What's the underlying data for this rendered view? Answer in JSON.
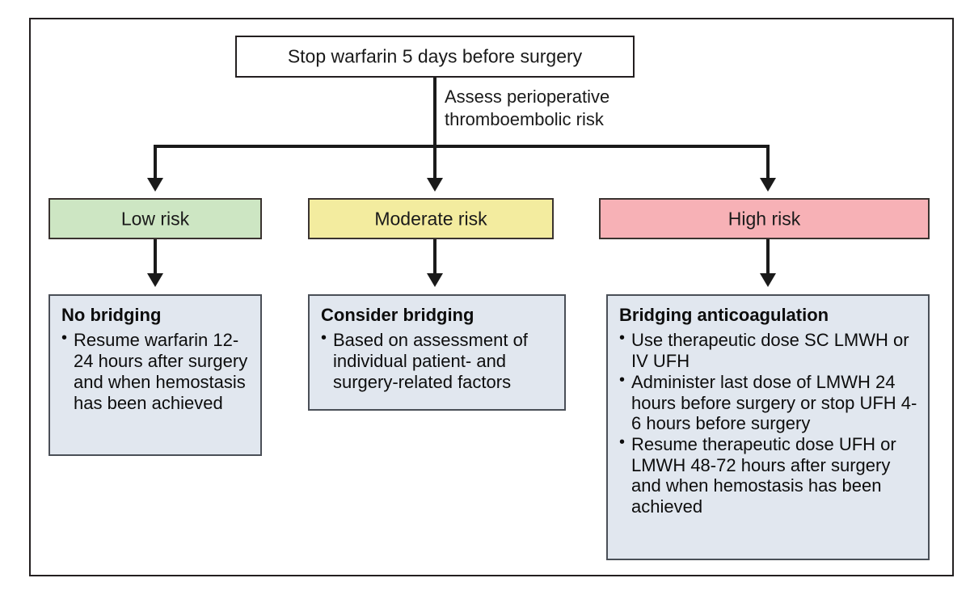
{
  "diagram": {
    "title_node": {
      "label": "Stop warfarin 5 days before surgery"
    },
    "branch_label": "Assess perioperative\nthromboembolic risk",
    "risk_nodes": [
      {
        "label": "Low risk",
        "color": "#cde6c3"
      },
      {
        "label": "Moderate risk",
        "color": "#f3ec9f"
      },
      {
        "label": "High risk",
        "color": "#f7b1b6"
      }
    ],
    "detail_nodes": [
      {
        "title": "No bridging",
        "bullets": [
          "Resume warfarin 12-24 hours after surgery and when hemostasis has been achieved"
        ]
      },
      {
        "title": "Consider bridging",
        "bullets": [
          "Based on assessment of individual patient- and surgery-related factors"
        ]
      },
      {
        "title": "Bridging anticoagulation",
        "bullets": [
          "Use therapeutic dose SC LMWH or IV UFH",
          "Administer last dose of LMWH 24 hours before surgery or stop UFH 4-6 hours before surgery",
          "Resume therapeutic dose UFH or LMWH 48-72 hours after surgery and when hemostasis has been achieved"
        ]
      }
    ],
    "colors": {
      "frame_border": "#231f20",
      "connector": "#1a1a1a",
      "detail_fill": "#e1e7ef",
      "detail_border": "#4a4f57"
    }
  }
}
